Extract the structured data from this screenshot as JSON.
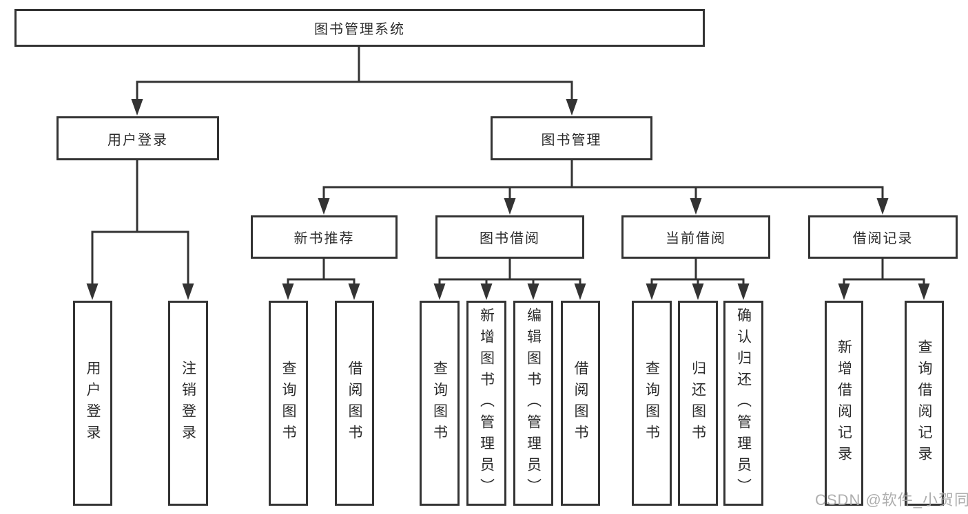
{
  "root": {
    "label": "图书管理系统"
  },
  "branches": [
    {
      "label": "用户登录",
      "children": [
        {
          "label": "用户登录"
        },
        {
          "label": "注销登录"
        }
      ]
    },
    {
      "label": "图书管理",
      "children": [
        {
          "label": "新书推荐",
          "children": [
            {
              "label": "查询图书"
            },
            {
              "label": "借阅图书"
            }
          ]
        },
        {
          "label": "图书借阅",
          "children": [
            {
              "label": "查询图书"
            },
            {
              "label": "新增图书（管理员）"
            },
            {
              "label": "编辑图书（管理员）"
            },
            {
              "label": "借阅图书"
            }
          ]
        },
        {
          "label": "当前借阅",
          "children": [
            {
              "label": "查询图书"
            },
            {
              "label": "归还图书"
            },
            {
              "label": "确认归还（管理员）"
            }
          ]
        },
        {
          "label": "借阅记录",
          "children": [
            {
              "label": "新增借阅记录"
            },
            {
              "label": "查询借阅记录"
            }
          ]
        }
      ]
    }
  ],
  "watermark": "CSDN @软件_小贺同学",
  "colors": {
    "line": "#333333",
    "text": "#2b2b2b",
    "watermark": "#a5a5a5",
    "background": "#ffffff"
  }
}
